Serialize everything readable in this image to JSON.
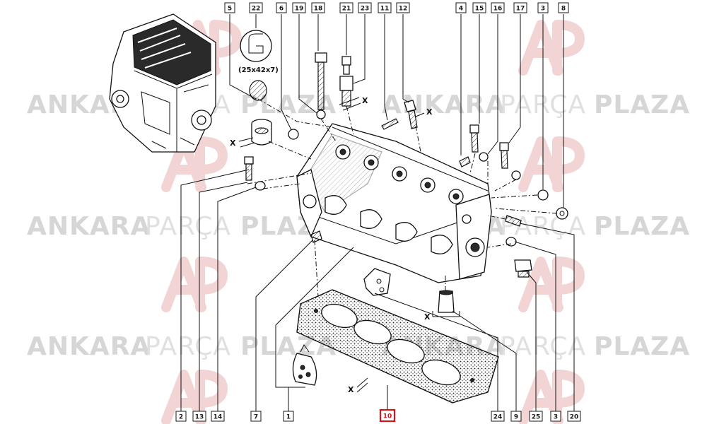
{
  "watermark": {
    "brand_bold_left": "ANKARA",
    "brand_light": "PARÇA",
    "brand_bold_right": "PLAZA"
  },
  "seal_size_annotation": "(25x42x7)",
  "x_marker": "X",
  "highlight_color": "#d4141c",
  "top_labels": [
    "5",
    "22",
    "6",
    "19",
    "18",
    "21",
    "23",
    "11",
    "12",
    "4",
    "15",
    "16",
    "17",
    "3",
    "8"
  ],
  "bottom_labels": [
    "2",
    "13",
    "14",
    "7",
    "1",
    "10",
    "24",
    "9",
    "25",
    "3",
    "20"
  ],
  "highlighted_label": "10"
}
